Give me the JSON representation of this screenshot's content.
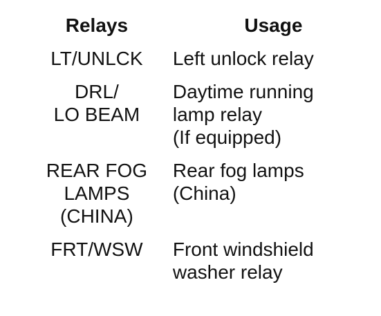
{
  "table": {
    "headers": {
      "relays": "Relays",
      "usage": "Usage"
    },
    "rows": [
      {
        "relay": "LT/UNLCK",
        "usage": "Left unlock relay"
      },
      {
        "relay": "DRL/\nLO BEAM",
        "usage": "Daytime running\nlamp relay\n(If equipped)"
      },
      {
        "relay": "REAR FOG\nLAMPS\n(CHINA)",
        "usage": "Rear fog lamps\n(China)"
      },
      {
        "relay": "FRT/WSW",
        "usage": "Front windshield\nwasher relay"
      }
    ]
  }
}
